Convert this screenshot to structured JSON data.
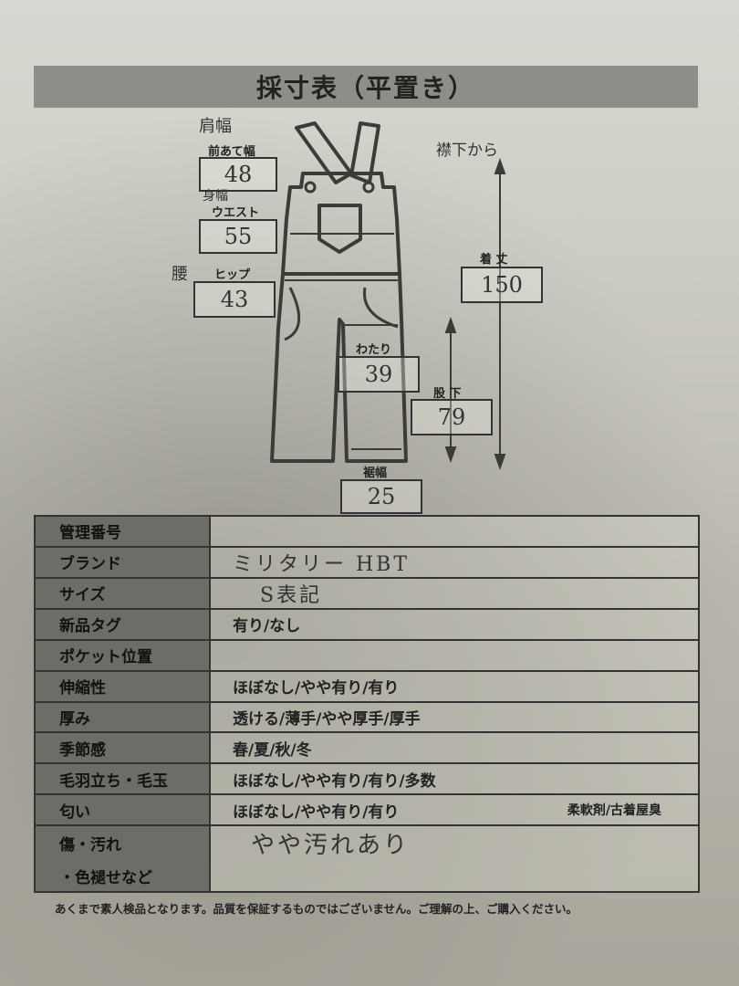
{
  "title": "採寸表（平置き）",
  "measurements": {
    "front_width": {
      "label": "前あて幅",
      "note": "肩幅",
      "value": "48"
    },
    "waist": {
      "label": "ウエスト",
      "note": "身幅",
      "value": "55"
    },
    "hip": {
      "label": "ヒップ",
      "note": "腰",
      "value": "43"
    },
    "length": {
      "label": "着 丈",
      "note": "襟下から",
      "value": "150"
    },
    "thigh": {
      "label": "わたり",
      "value": "39"
    },
    "inseam": {
      "label": "股 下",
      "value": "79"
    },
    "hem": {
      "label": "裾幅",
      "value": "25"
    }
  },
  "table": {
    "rows": [
      {
        "label": "管理番号",
        "value": ""
      },
      {
        "label": "ブランド",
        "value": "ミリタリー HBT"
      },
      {
        "label": "サイズ",
        "value": "S表記"
      },
      {
        "label": "新品タグ",
        "value": "有り/なし"
      },
      {
        "label": "ポケット位置",
        "value": ""
      },
      {
        "label": "伸縮性",
        "value": "ほぼなし/やや有り/有り"
      },
      {
        "label": "厚み",
        "value": "透ける/薄手/やや厚手/厚手"
      },
      {
        "label": "季節感",
        "value": "春/夏/秋/冬"
      },
      {
        "label": "毛羽立ち・毛玉",
        "value": "ほぼなし/やや有り/有り/多数"
      },
      {
        "label": "匂い",
        "value": "ほぼなし/やや有り/有り",
        "extra": "柔軟剤/古着屋臭"
      },
      {
        "label": "傷・汚れ",
        "value": "やや汚れあり"
      },
      {
        "label": "・色褪せなど",
        "value": ""
      }
    ]
  },
  "footer": "あくまで素人検品となります。品質を保証するものではございません。ご理解の上、ご購入ください。"
}
